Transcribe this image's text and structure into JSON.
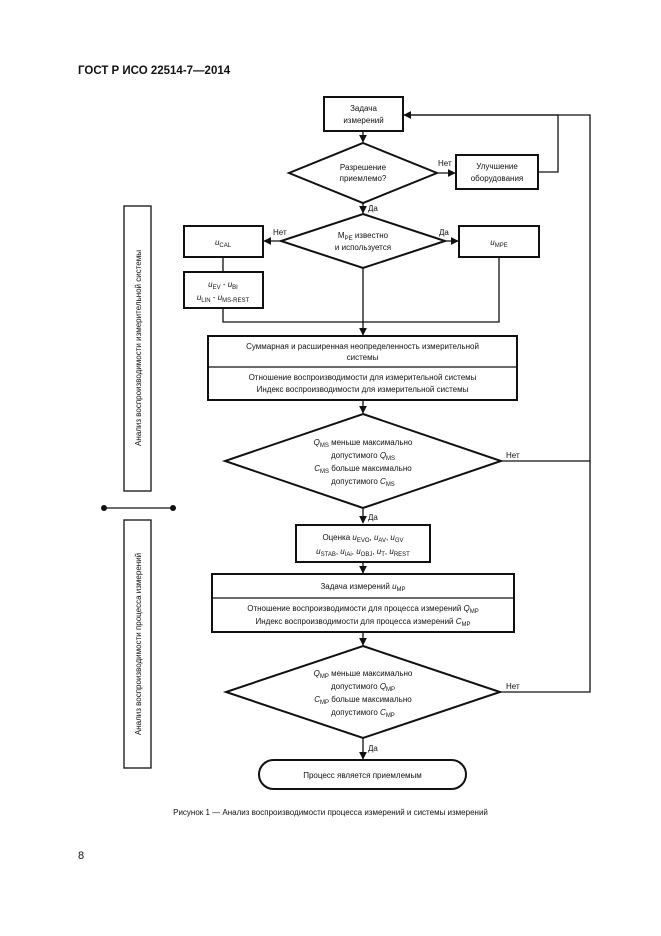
{
  "header": {
    "doc_id": "ГОСТ Р ИСО 22514-7—2014"
  },
  "page": {
    "number": "8"
  },
  "figure": {
    "caption": "Рисунок 1 — Анализ воспроизводимости процесса измерений и системы измерений"
  },
  "side_labels": {
    "system": "Анализ воспроизводимости измерительной системы",
    "process": "Анализ воспроизводимости процесса измерений"
  },
  "labels": {
    "yes": "Да",
    "no": "Нет"
  },
  "nodes": {
    "task": {
      "line1": "Задача",
      "line2": "измерений"
    },
    "resolution": {
      "line1": "Разрешение",
      "line2": "приемлемо?"
    },
    "improve": {
      "line1": "Улучшение",
      "line2": "оборудования"
    },
    "mpe_known": {
      "prefix": "M",
      "sub": "PE",
      "line1_rest": " известно",
      "line2": "и используется"
    },
    "ucal": {
      "main": "u",
      "sub": "CAL"
    },
    "umpe": {
      "main": "u",
      "sub": "MPE"
    },
    "uev": {
      "l1_a": "u",
      "l1_a_sub": "EV",
      "l1_sep": " - ",
      "l1_b": "u",
      "l1_b_sub": "BI",
      "l2_a": "u",
      "l2_a_sub": "LIN",
      "l2_sep": " - ",
      "l2_b": "u",
      "l2_b_sub": "MS-REST"
    },
    "ms_box": {
      "top1": "Суммарная и расширенная неопределенность измерительной",
      "top2": "системы",
      "bottom1": "Отношение воспроизводимости для измерительной системы",
      "bottom2": "Индекс воспроизводимости для измерительной системы"
    },
    "cms_dec": {
      "l1_main": "Q",
      "l1_sub": "MS",
      "l1_rest": " меньше максимально",
      "l2": "допустимого ",
      "l2_main": "Q",
      "l2_sub": "MS",
      "l3_main": "C",
      "l3_sub": "MS",
      "l3_rest": " больше максимально",
      "l4": "допустимого ",
      "l4_main": "C",
      "l4_sub": "MS"
    },
    "estimate": {
      "l1_pre": "Оценка ",
      "l1_v1": "u",
      "l1_v1_sub": "EVO",
      "l1_v2": "u",
      "l1_v2_sub": "AV",
      "l1_v3": "u",
      "l1_v3_sub": "GV",
      "l2_v1": "u",
      "l2_v1_sub": "STAB",
      "l2_v2": "u",
      "l2_v2_sub": "IAi",
      "l2_v3": "u",
      "l2_v3_sub": "OBJ",
      "l2_v4": "u",
      "l2_v4_sub": "T",
      "l2_v5": "u",
      "l2_v5_sub": "REST",
      "comma": ", "
    },
    "mp_box": {
      "top_pre": "Задача измерений ",
      "top_main": "u",
      "top_sub": "MP",
      "bottom1_pre": "Отношение воспроизводимости для процесса измерений ",
      "bottom1_main": "Q",
      "bottom1_sub": "MP",
      "bottom2_pre": "Индекс воспроизводимости для процесса измерений ",
      "bottom2_main": "C",
      "bottom2_sub": "MP"
    },
    "cmp_dec": {
      "l1_main": "Q",
      "l1_sub": "MP",
      "l1_rest": " меньше максимально",
      "l2": "допустимого ",
      "l2_main": "Q",
      "l2_sub": "MP",
      "l3_main": "C",
      "l3_sub": "MP",
      "l3_rest": " больше максимально",
      "l4": "допустимого ",
      "l4_main": "C",
      "l4_sub": "MP"
    },
    "accept": {
      "text": "Процесс является приемлемым"
    }
  }
}
